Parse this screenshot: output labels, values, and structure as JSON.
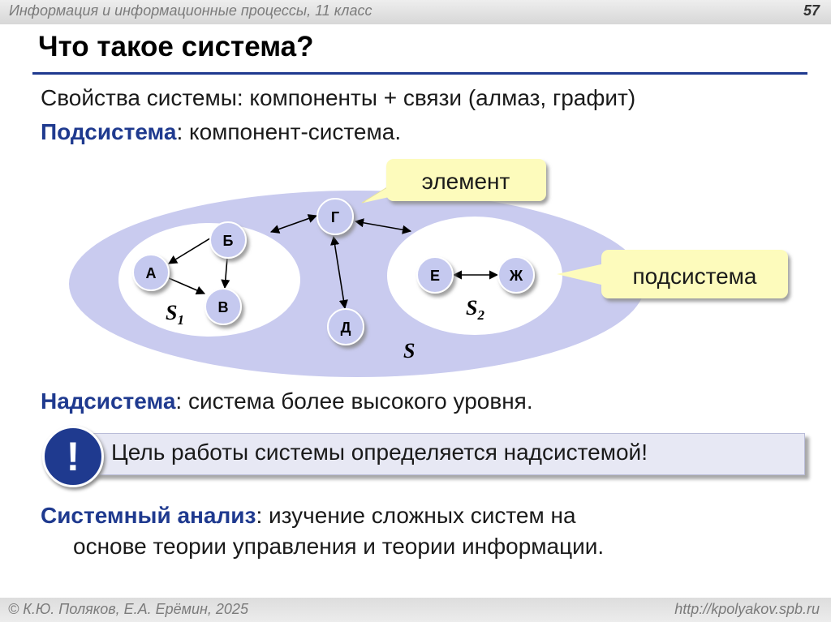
{
  "header": {
    "course": "Информация и информационные процессы, 11 класс",
    "page_number": "57"
  },
  "title": "Что такое система?",
  "line1": "Свойства системы: компоненты + связи (алмаз, графит)",
  "subsystem_def": {
    "term": "Подсистема",
    "rest": ": компонент-система."
  },
  "diagram": {
    "callout_element": "элемент",
    "callout_subsystem": "подсистема",
    "system_label": "S",
    "s1_letter": "S",
    "s1_sub": "1",
    "s2_letter": "S",
    "s2_sub": "2",
    "nodes": {
      "a": "А",
      "b": "Б",
      "v": "В",
      "g": "Г",
      "d": "Д",
      "e": "Е",
      "zh": "Ж"
    },
    "colors": {
      "outer": "#c9cbef",
      "inner": "#ffffff",
      "node": "#c5c9ef",
      "callout": "#fdfbbc"
    }
  },
  "supersystem_def": {
    "term": "Надсистема",
    "rest": ": система более высокого уровня."
  },
  "note": {
    "icon": "!",
    "text": "Цель работы системы определяется надсистемой!"
  },
  "analysis": {
    "term": "Системный анализ",
    "rest": ":  изучение сложных систем на",
    "line2": "основе теории управления и теории информации."
  },
  "footer": {
    "authors": "© К.Ю. Поляков, Е.А. Ерёмин, 2025",
    "url": "http://kpolyakov.spb.ru"
  }
}
